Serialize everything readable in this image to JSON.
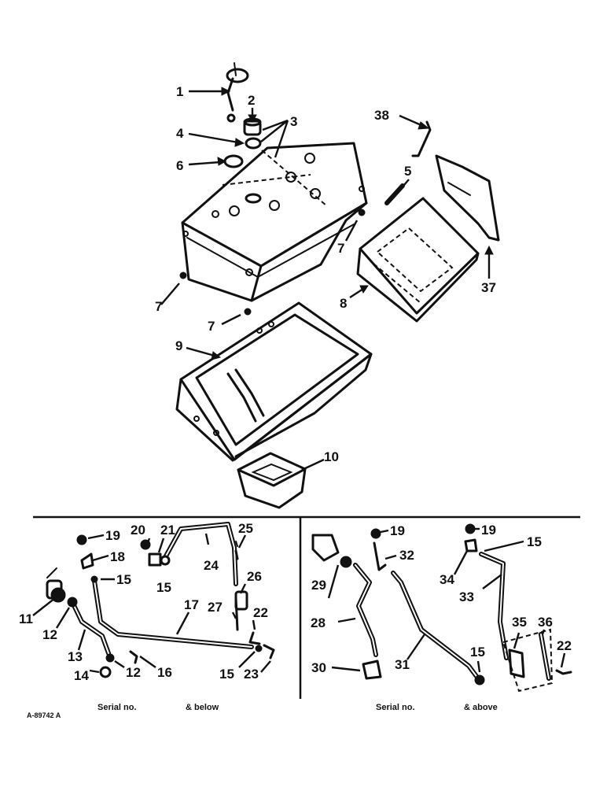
{
  "callouts": {
    "c1": "1",
    "c2": "2",
    "c3": "3",
    "c4": "4",
    "c5": "5",
    "c6": "6",
    "c7a": "7",
    "c7b": "7",
    "c7c": "7",
    "c8": "8",
    "c9": "9",
    "c10": "10",
    "c11": "11",
    "c12a": "12",
    "c12b": "12",
    "c13": "13",
    "c14": "14",
    "c15a": "15",
    "c15b": "15",
    "c15c": "15",
    "c15d": "15",
    "c15e": "15",
    "c16": "16",
    "c17": "17",
    "c18": "18",
    "c19a": "19",
    "c19b": "19",
    "c19c": "19",
    "c20": "20",
    "c21": "21",
    "c22a": "22",
    "c22b": "22",
    "c23": "23",
    "c24": "24",
    "c25": "25",
    "c26": "26",
    "c27": "27",
    "c28": "28",
    "c29": "29",
    "c30": "30",
    "c31": "31",
    "c32": "32",
    "c33": "33",
    "c34": "34",
    "c35": "35",
    "c36": "36",
    "c37": "37",
    "c38": "38"
  },
  "captions": {
    "left_serial": "Serial no.",
    "left_range": "& below",
    "right_serial": "Serial no.",
    "right_range": "& above",
    "figure_code": "A-89742 A"
  }
}
